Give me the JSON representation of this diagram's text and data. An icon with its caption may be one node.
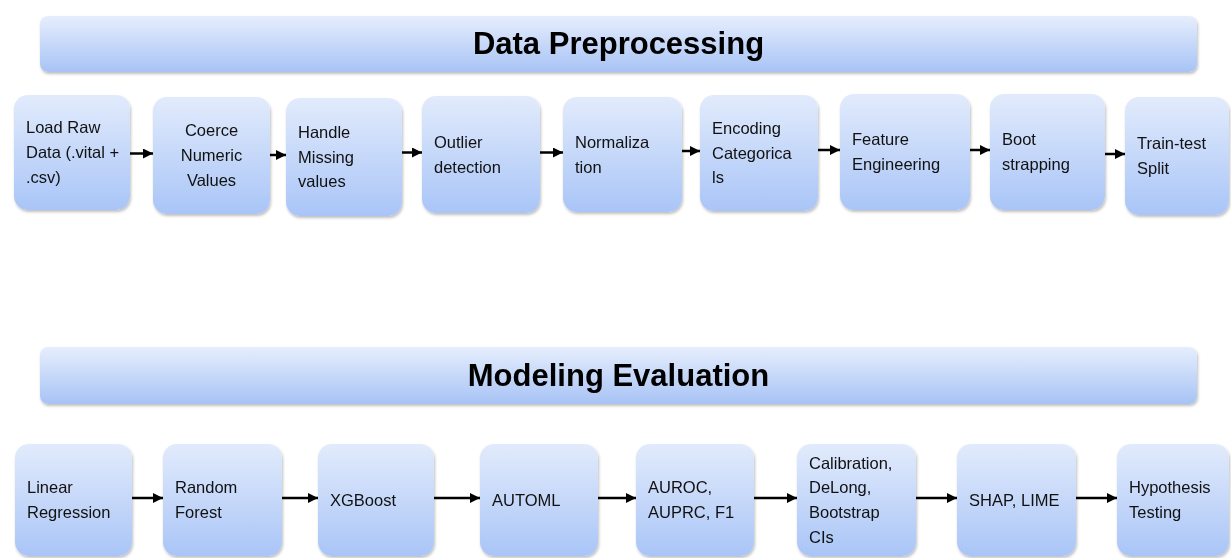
{
  "diagram": {
    "nodes": [
      {
        "text": [
          "Data Preprocessing"
        ]
      },
      {
        "text": [
          "Load Raw Data (.vital + .csv)"
        ]
      },
      {
        "text": [
          "Coerce Numeric Values"
        ]
      },
      {
        "text": [
          "Handle Missing values"
        ]
      },
      {
        "text": [
          "Outlier detection"
        ]
      },
      {
        "text": [
          "Normaliza tion"
        ]
      },
      {
        "text": [
          "Encoding Categorica ls"
        ]
      },
      {
        "text": [
          "Feature Engineering"
        ]
      },
      {
        "text": [
          "Boot strapping"
        ]
      },
      {
        "text": [
          "Train-test Split"
        ]
      },
      {
        "text": [
          "Modeling Evaluation"
        ]
      },
      {
        "text": [
          "Linear Regression"
        ]
      },
      {
        "text": [
          "Random Forest"
        ]
      },
      {
        "text": [
          "XGBoost"
        ]
      },
      {
        "text": [
          "AUTOML"
        ]
      },
      {
        "text": [
          "AUROC, AUPRC, F1"
        ]
      },
      {
        "text": [
          "Calibration, DeLong, Bootstrap CIs"
        ]
      },
      {
        "text": [
          "SHAP, LIME"
        ]
      },
      {
        "text": [
          "Hypothesis Testing"
        ]
      }
    ],
    "edges": [
      {
        "from": 1,
        "to": 2,
        "arrow": "to"
      },
      {
        "from": 2,
        "to": 3,
        "arrow": "to"
      },
      {
        "from": 3,
        "to": 4,
        "arrow": "to"
      },
      {
        "from": 4,
        "to": 5,
        "arrow": "to"
      },
      {
        "from": 5,
        "to": 6,
        "arrow": "to"
      },
      {
        "from": 6,
        "to": 7,
        "arrow": "to"
      },
      {
        "from": 7,
        "to": 8,
        "arrow": "to"
      },
      {
        "from": 8,
        "to": 9,
        "arrow": "to"
      },
      {
        "from": 11,
        "to": 12,
        "arrow": "to"
      },
      {
        "from": 12,
        "to": 13,
        "arrow": "to"
      },
      {
        "from": 13,
        "to": 14,
        "arrow": "to"
      },
      {
        "from": 14,
        "to": 15,
        "arrow": "to"
      },
      {
        "from": 15,
        "to": 16,
        "arrow": "to"
      },
      {
        "from": 16,
        "to": 17,
        "arrow": "to"
      },
      {
        "from": 17,
        "to": 18,
        "arrow": "to"
      }
    ]
  }
}
